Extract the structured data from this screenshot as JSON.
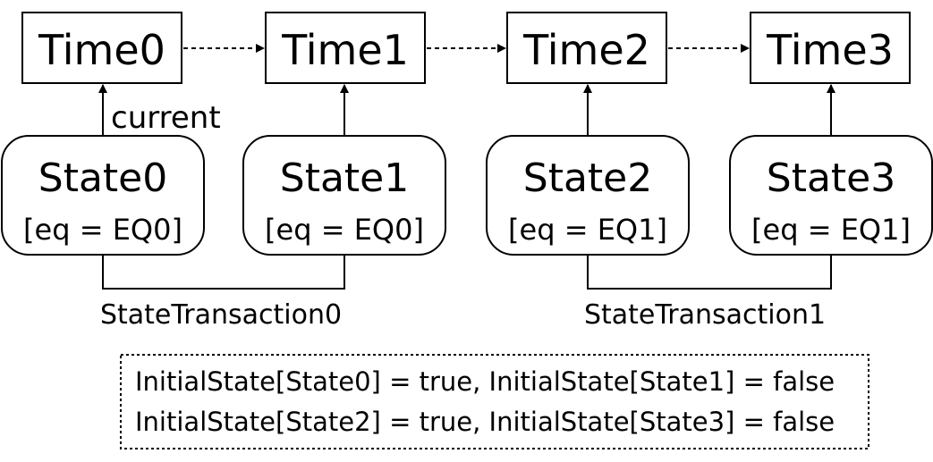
{
  "times": [
    "Time0",
    "Time1",
    "Time2",
    "Time3"
  ],
  "states": [
    {
      "name": "State0",
      "eq": "[eq = EQ0]"
    },
    {
      "name": "State1",
      "eq": "[eq = EQ0]"
    },
    {
      "name": "State2",
      "eq": "[eq = EQ1]"
    },
    {
      "name": "State3",
      "eq": "[eq = EQ1]"
    }
  ],
  "current_label": "current",
  "transactions": [
    "StateTransaction0",
    "StateTransaction1"
  ],
  "note": {
    "line1": "InitialState[State0] = true, InitialState[State1] = false",
    "line2": "InitialState[State2] = true, InitialState[State3] = false"
  }
}
